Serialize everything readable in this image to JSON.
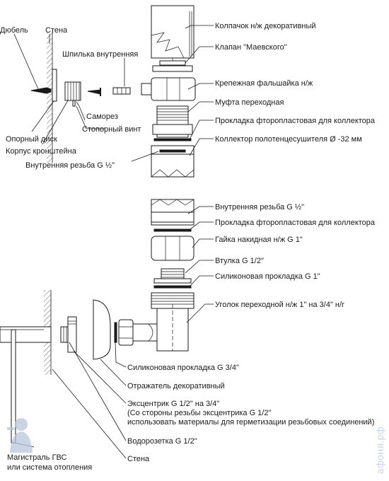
{
  "labels": {
    "dubel": "Дюбель",
    "stena_top": "Стена",
    "shpilka": "Шпилька внутренняя",
    "samorez": "Саморез",
    "stopornyi_vint": "Стопорный винт",
    "opornyi_disk": "Опорный диск",
    "korpus": "Корпус кронштейна",
    "vnutr_rezba_1": "Внутренняя резьба G ½\"",
    "kolpachok": "Колпачок н/ж декоративный",
    "klapan": "Клапан \"Маевского\"",
    "falshaika": "Крепежная фальшайка н/ж",
    "mufta": "Муфта переходная",
    "prokladka_1": "Прокладка фторопластовая для коллектора",
    "kollektor": "Коллектор полотенцесушителя Ø -32 мм",
    "vnutr_rezba_2": "Внутренняя резьба G ½\"",
    "prokladka_2": "Прокладка фторопластовая для коллектора",
    "gaika": "Гайка накидная н/ж G 1\"",
    "vtulka": "Втулка G 1/2\"",
    "silikon_1": "Силиконовая прокладка  G 1\"",
    "ugolok": "Уголок переходной н/ж 1\" на 3/4\" н/г",
    "silikon_34": "Силиконовая прокладка G 3/4\"",
    "otrazhatel": "Отражатель декоративный",
    "ekscentrik_1": "Эксцентрик G 1/2\" на  3/4\"",
    "ekscentrik_2": "(Со стороны резьбы эксцентрика G 1/2\"",
    "ekscentrik_3": "использовать материалы для герметизации резьбовых соединений)",
    "vodorozetka": "Водорозетка G 1/2\"",
    "magistral_1": "Магистраль ГВС",
    "magistral_2": "или система отопления",
    "stena_bottom": "Стена"
  },
  "watermark": "афоня.рф",
  "colors": {
    "ink": "#1a1a1a",
    "watermark": "#b9c6dc"
  }
}
